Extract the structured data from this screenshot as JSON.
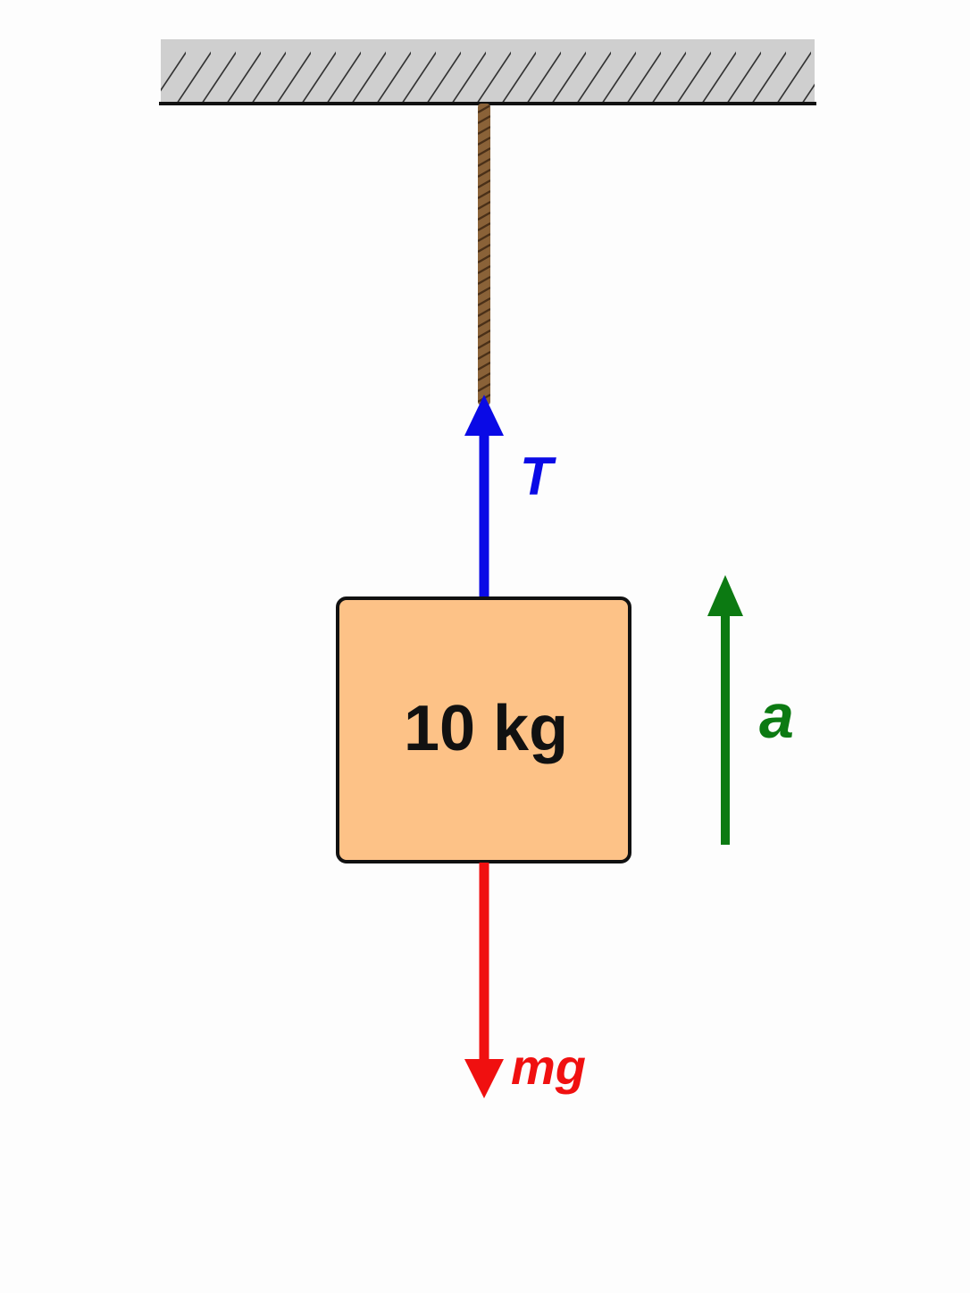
{
  "block": {
    "label": "10 kg",
    "fill": "#fdc287",
    "stroke": "#111111"
  },
  "forces": {
    "tension": {
      "label": "T",
      "color": "#0a0ae6"
    },
    "weight": {
      "label": "mg",
      "color": "#f01010"
    },
    "acceleration": {
      "label": "a",
      "color": "#0c7a12"
    }
  },
  "ceiling": {
    "fill": "#cfcfcf",
    "hatch": "#333333"
  },
  "rope": {
    "color": "#8a6238",
    "shade": "#4a3018"
  }
}
